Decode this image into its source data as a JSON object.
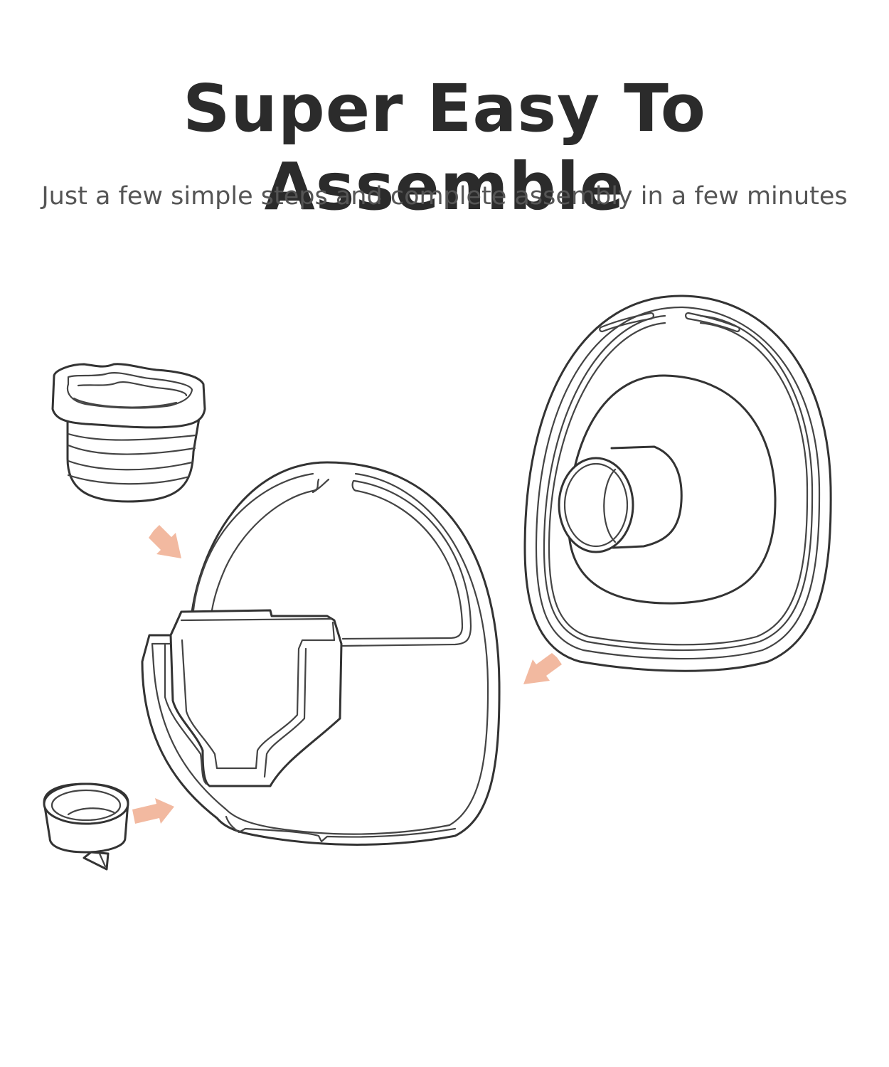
{
  "header": {
    "title": "Super Easy To Assemble",
    "subtitle": "Just a few simple steps and complete assembly in a few minutes"
  },
  "colors": {
    "line": "#333333",
    "title": "#2b2b2b",
    "subtitle": "#555555",
    "arrow": "#f2b9a0",
    "background": "#ffffff"
  },
  "diagram": {
    "parts": [
      {
        "name": "top-connector-part"
      },
      {
        "name": "main-housing-part"
      },
      {
        "name": "breast-shield-part"
      },
      {
        "name": "valve-part"
      }
    ],
    "arrows": [
      {
        "name": "arrow-connector-to-housing",
        "direction": "down-right"
      },
      {
        "name": "arrow-shield-to-housing",
        "direction": "down-left"
      },
      {
        "name": "arrow-valve-to-housing",
        "direction": "right"
      }
    ]
  }
}
